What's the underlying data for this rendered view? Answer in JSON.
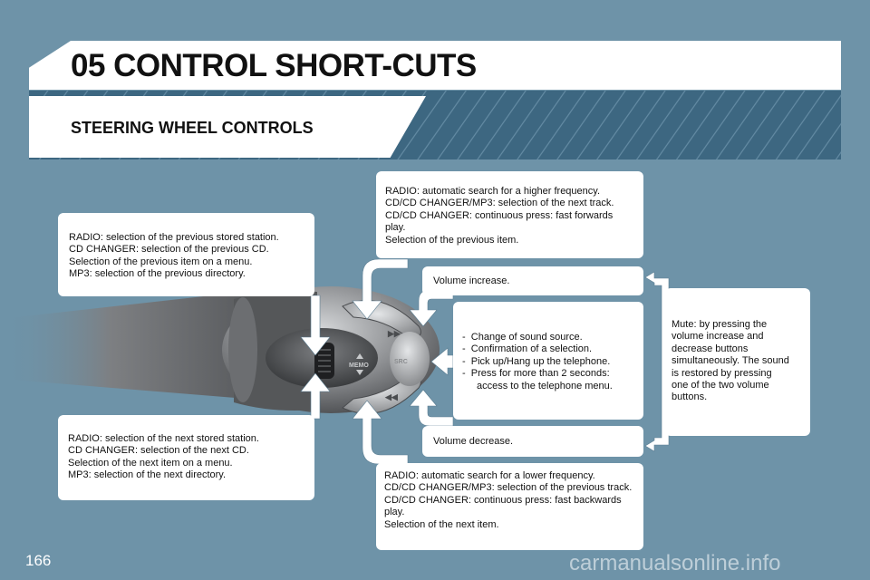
{
  "header": {
    "title": "05 CONTROL SHORT-CUTS",
    "subtitle": "STEERING WHEEL CONTROLS"
  },
  "stalk": {
    "labels": [
      "MEMO",
      "SRC"
    ],
    "icons": [
      "next-track-icon",
      "previous-track-icon",
      "scroll-wheel-icon"
    ]
  },
  "boxes": {
    "radio_prev": [
      "RADIO: selection of the previous stored station.",
      "CD CHANGER: selection of the previous CD.",
      "Selection of the previous item on a menu.",
      "MP3: selection of the previous directory."
    ],
    "radio_next": [
      "RADIO: selection of the next stored station.",
      "CD CHANGER: selection of the next CD.",
      "Selection of the next item on a menu.",
      "MP3: selection of the next directory."
    ],
    "search_higher": [
      "RADIO: automatic search for a higher frequency.",
      "CD/CD CHANGER/MP3: selection of the next track.",
      "CD/CD CHANGER: continuous press: fast forwards play.",
      "Selection of the previous item."
    ],
    "volume_increase": "Volume increase.",
    "source_functions": [
      "Change of sound source.",
      "Confirmation of a selection.",
      "Pick up/Hang up the telephone.",
      "Press for more than 2 seconds: access to the telephone menu."
    ],
    "volume_decrease": "Volume decrease.",
    "search_lower": [
      "RADIO: automatic search for a lower frequency.",
      "CD/CD CHANGER/MP3: selection of the previous track.",
      "CD/CD CHANGER: continuous press: fast backwards play.",
      "Selection of the next item."
    ],
    "mute": "Mute: by pressing the volume increase and decrease buttons simultaneously. The sound is restored by pressing one of the two volume buttons."
  },
  "footer": {
    "page_number": "166",
    "watermark": "carmanualsonline.info"
  }
}
